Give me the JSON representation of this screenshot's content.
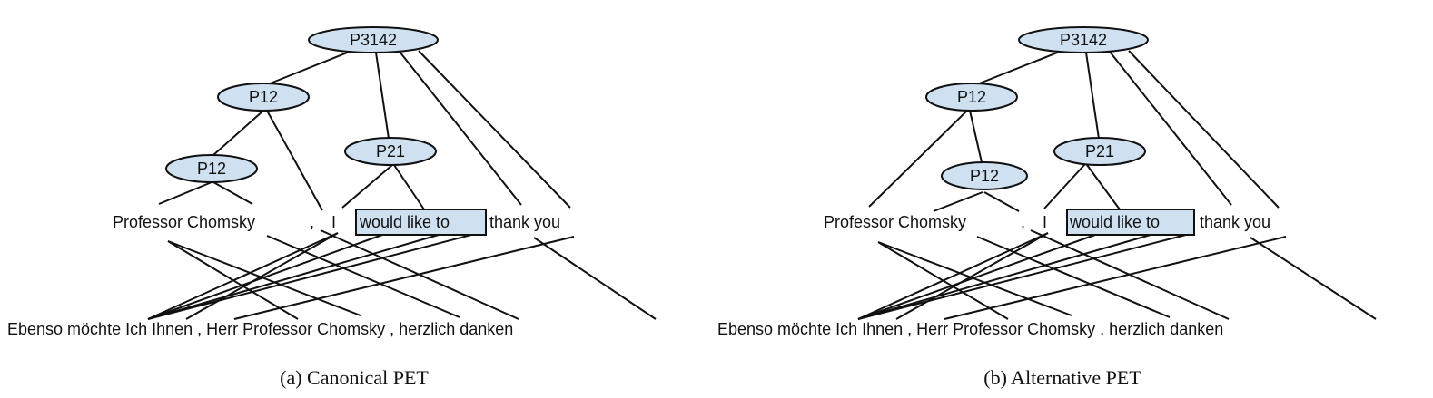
{
  "colors": {
    "node_fill": "#cfe0f1",
    "stroke": "#111111",
    "text": "#111111",
    "background": "#ffffff"
  },
  "panels": [
    {
      "id": "a",
      "caption": "(a) Canonical PET",
      "nodes": [
        {
          "label": "P3142",
          "role": "root"
        },
        {
          "label": "P12",
          "role": "left-child"
        },
        {
          "label": "P12",
          "role": "nested-child"
        },
        {
          "label": "P21",
          "role": "middle-child"
        }
      ],
      "source_tokens": [
        "Professor Chomsky",
        ",",
        "I",
        "would like to",
        "thank you"
      ],
      "highlighted_token": "would like to",
      "target_sentence": "Ebenso möchte Ich Ihnen , Herr Professor Chomsky , herzlich danken"
    },
    {
      "id": "b",
      "caption": "(b) Alternative PET",
      "nodes": [
        {
          "label": "P3142",
          "role": "root"
        },
        {
          "label": "P12",
          "role": "left-child"
        },
        {
          "label": "P12",
          "role": "nested-child"
        },
        {
          "label": "P21",
          "role": "middle-child"
        }
      ],
      "source_tokens": [
        "Professor Chomsky",
        ",",
        "I",
        "would like to",
        "thank you"
      ],
      "highlighted_token": "would like to",
      "target_sentence": "Ebenso möchte Ich Ihnen , Herr Professor Chomsky , herzlich danken"
    }
  ]
}
